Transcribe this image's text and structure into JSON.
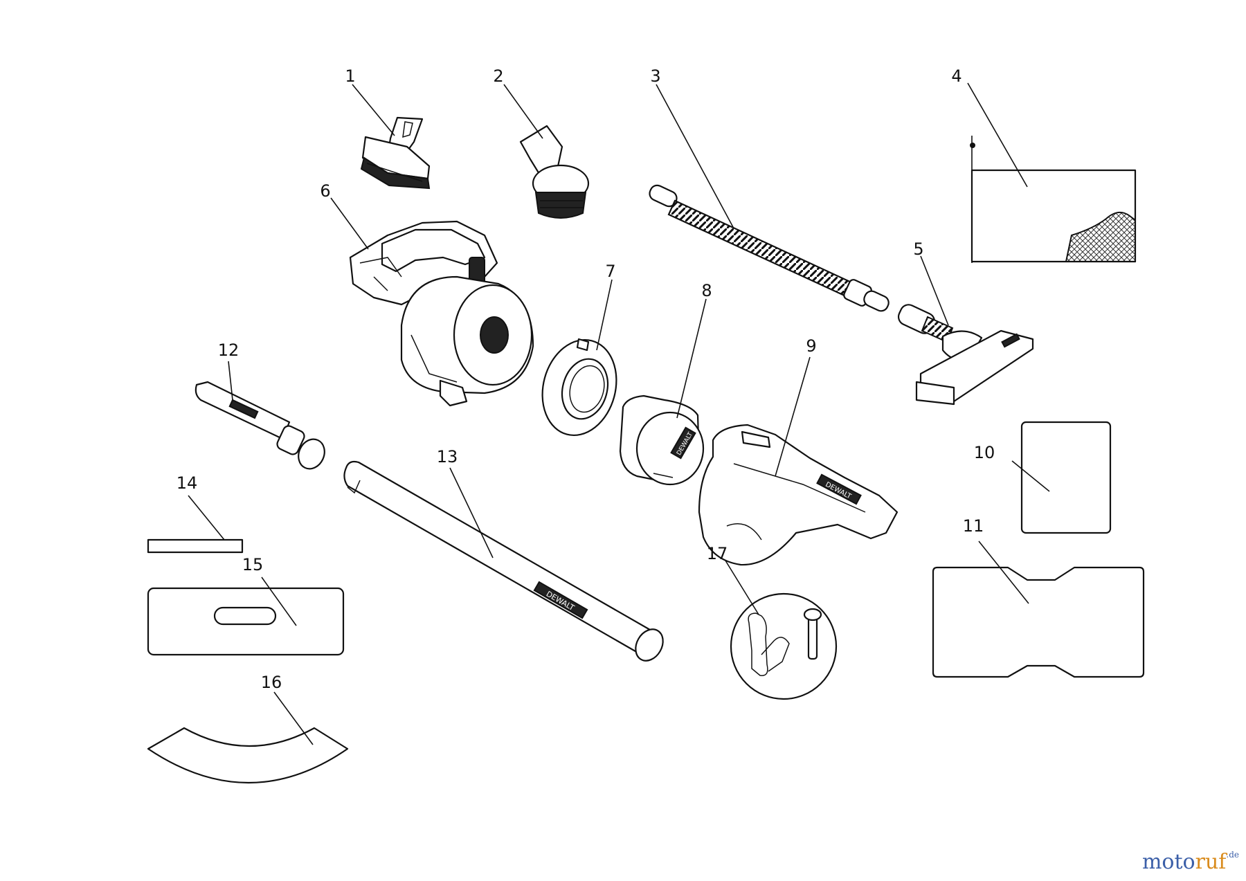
{
  "callouts": [
    {
      "n": "1"
    },
    {
      "n": "2"
    },
    {
      "n": "3"
    },
    {
      "n": "4"
    },
    {
      "n": "5"
    },
    {
      "n": "6"
    },
    {
      "n": "7"
    },
    {
      "n": "8"
    },
    {
      "n": "9"
    },
    {
      "n": "10"
    },
    {
      "n": "11"
    },
    {
      "n": "12"
    },
    {
      "n": "13"
    },
    {
      "n": "14"
    },
    {
      "n": "15"
    },
    {
      "n": "16"
    },
    {
      "n": "17"
    }
  ],
  "brand_marks": {
    "tube": "DEWALT",
    "filter": "DEWALT",
    "nozzle": "DEWALT"
  },
  "watermark": {
    "part_a": "moto",
    "part_b": "ruf",
    "part_c": ".de"
  },
  "colors": {
    "line": "#111111",
    "hatch": "#333333",
    "watermark_blue": "#3b5fa8",
    "watermark_orange": "#d98b1c"
  }
}
